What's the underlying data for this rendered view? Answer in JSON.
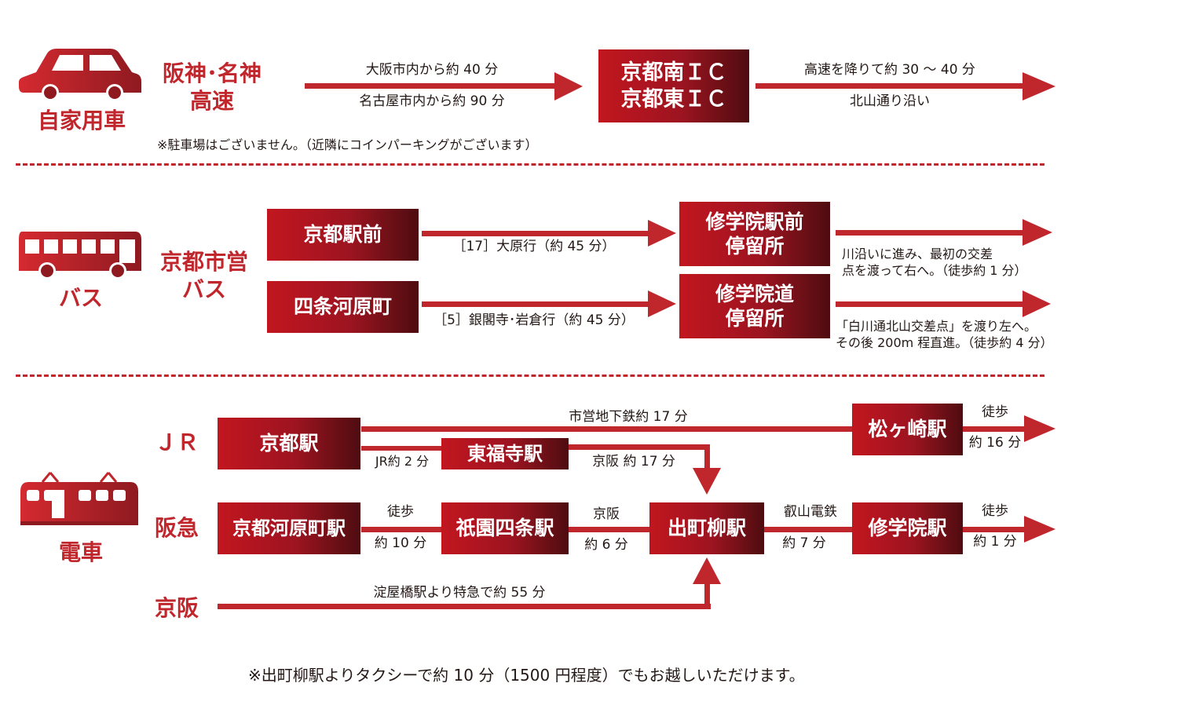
{
  "colors": {
    "accent": "#c0272d",
    "box_start": "#c2161f",
    "box_end": "#4e0c10",
    "text": "#231815"
  },
  "icons": {
    "car": "car-icon",
    "bus": "bus-icon",
    "train": "train-icon"
  },
  "car": {
    "mode_label": "自家用車",
    "route_label": "阪神･名神\n高速",
    "from_osaka": "大阪市内から約 40 分",
    "from_nagoya": "名古屋市内から約 90 分",
    "ic_box": "京都南ＩＣ\n京都東ＩＣ",
    "after_ic_1": "高速を降りて約 30 〜 40 分",
    "after_ic_2": "北山通り沿い",
    "parking_note": "※駐車場はございません。（近隣にコインパーキングがございます）"
  },
  "bus": {
    "mode_label": "バス",
    "route_label": "京都市営\nバス",
    "stop_kyoto": "京都駅前",
    "stop_shijo": "四条河原町",
    "line_1": "［17］大原行（約 45 分）",
    "line_2": "［5］銀閣寺･岩倉行（約 45 分）",
    "dest_1": "修学院駅前\n停留所",
    "dest_2": "修学院道\n停留所",
    "walk_1": "川沿いに進み、最初の交差\n点を渡って右へ。（徒歩約 1 分）",
    "walk_2": "「白川通北山交差点」を渡り左へ。\nその後 200m 程直進。（徒歩約 4 分）"
  },
  "train": {
    "mode_label": "電車",
    "jr_label": "ＪＲ",
    "hankyu_label": "阪急",
    "keihan_label": "京阪",
    "kyoto_station": "京都駅",
    "subway_label": "市営地下鉄約 17 分",
    "matsugasaki": "松ヶ崎駅",
    "walk_label": "徒歩",
    "walk_16": "約 16 分",
    "jr_2": "JR約 2 分",
    "tofukuji": "東福寺駅",
    "keihan_17": "京阪 約 17 分",
    "kawaramachi": "京都河原町駅",
    "walk_10": "約 10 分",
    "gion": "祇園四条駅",
    "keihan_short": "京阪",
    "min_6": "約 6 分",
    "demachi": "出町柳駅",
    "eizan": "叡山電鉄",
    "min_7": "約 7 分",
    "shugakuin": "修学院駅",
    "walk_1": "約 1 分",
    "yodoyabashi": "淀屋橋駅より特急で約 55 分"
  },
  "footer_note": "※出町柳駅よりタクシーで約 10 分（1500 円程度）でもお越しいただけます。"
}
